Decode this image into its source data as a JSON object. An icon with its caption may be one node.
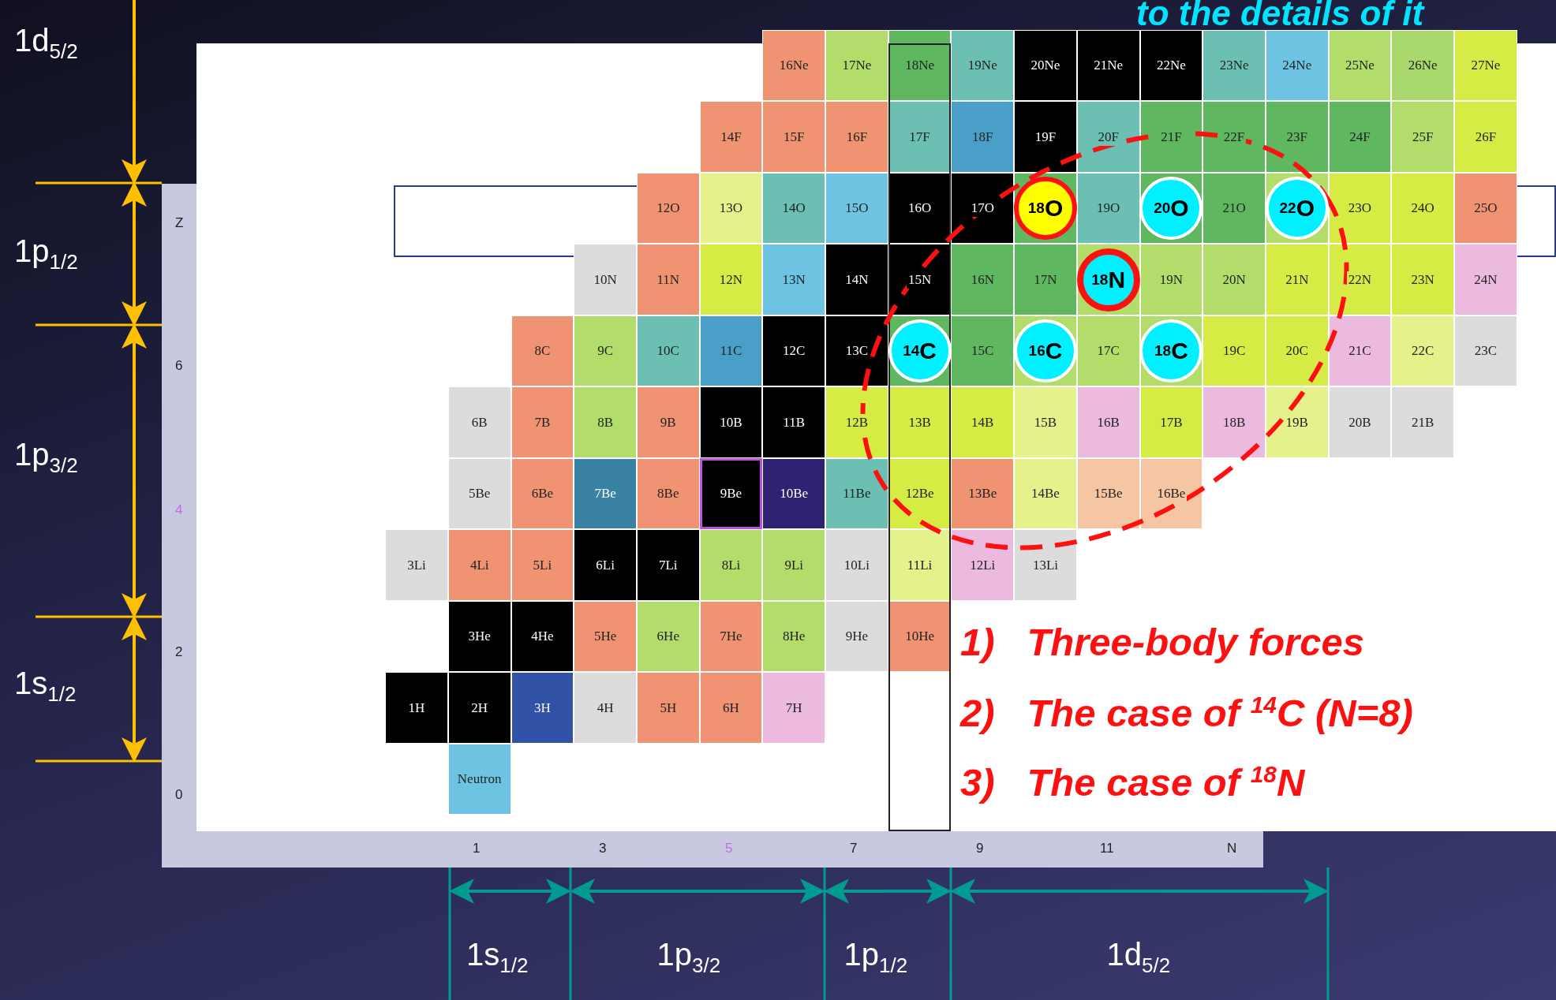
{
  "diagram": {
    "nodes": [
      {
        "text": [
          "$^{18}$O"
        ]
      },
      {
        "text": [
          "$^{20}$O"
        ]
      },
      {
        "text": [
          "$^{22}$O"
        ]
      },
      {
        "text": [
          "$^{18}$N"
        ]
      },
      {
        "text": [
          "$^{14}$C"
        ]
      },
      {
        "text": [
          "$^{16}$C"
        ]
      },
      {
        "text": [
          "$^{18}$C"
        ]
      }
    ],
    "labels": [
      "to the details of it",
      "16Ne",
      "17Ne",
      "18Ne",
      "19Ne",
      "20Ne",
      "21Ne",
      "22Ne",
      "23Ne",
      "24Ne",
      "25Ne",
      "26Ne",
      "27Ne",
      "14F",
      "15F",
      "16F",
      "17F",
      "18F",
      "19F",
      "20F",
      "21F",
      "22F",
      "23F",
      "24F",
      "25F",
      "26F",
      "12O",
      "13O",
      "14O",
      "15O",
      "16O",
      "17O",
      "19O",
      "21O",
      "23O",
      "24O",
      "25O",
      "10N",
      "11N",
      "12N",
      "13N",
      "14N",
      "15N",
      "16N",
      "17N",
      "19N",
      "20N",
      "21N",
      "22N",
      "23N",
      "24N",
      "8C",
      "9C",
      "10C",
      "11C",
      "12C",
      "13C",
      "15C",
      "17C",
      "19C",
      "20C",
      "21C",
      "22C",
      "23C",
      "6B",
      "7B",
      "8B",
      "9B",
      "10B",
      "11B",
      "12B",
      "13B",
      "14B",
      "15B",
      "16B",
      "17B",
      "18B",
      "19B",
      "20B",
      "21B",
      "5Be",
      "6Be",
      "7Be",
      "8Be",
      "9Be",
      "10Be",
      "11Be",
      "12Be",
      "13Be",
      "14Be",
      "15Be",
      "16Be",
      "3Li",
      "4Li",
      "5Li",
      "6Li",
      "7Li",
      "8Li",
      "9Li",
      "10Li",
      "11Li",
      "12Li",
      "13Li",
      "3He",
      "4He",
      "5He",
      "6He",
      "7He",
      "8He",
      "9He",
      "10He",
      "1H",
      "2H",
      "3H",
      "4H",
      "5H",
      "6H",
      "7H",
      "Neutron",
      "Z",
      "6",
      "4",
      "2",
      "0",
      "1",
      "3",
      "5",
      "7",
      "9",
      "11",
      "N",
      "1d$_{5/2}$",
      "1p$_{1/2}$",
      "1p$_{3/2}$",
      "1s$_{1/2}$",
      "1s$_{1/2}$",
      "1p$_{3/2}$",
      "1p$_{1/2}$",
      "1d$_{5/2}$",
      "1)   Three-body forces",
      "2)   The case of $^{14}$C (N=8)",
      "3)   The case of $^{18}$N"
    ]
  }
}
